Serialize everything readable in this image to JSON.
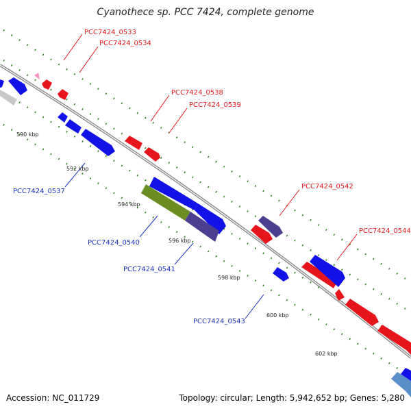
{
  "header": {
    "title": "Cyanothece sp. PCC 7424, complete genome"
  },
  "footer": {
    "accession": "Accession: NC_011729",
    "topology": "Topology: circular; Length: 5,942,652 bp; Genes: 5,280"
  },
  "ruler": {
    "ticks": [
      "590 kbp",
      "592 kbp",
      "594 kbp",
      "596 kbp",
      "598 kbp",
      "600 kbp",
      "602 kbp"
    ]
  },
  "labels": {
    "g0533": "PCC7424_0533",
    "g0534": "PCC7424_0534",
    "g0537": "PCC7424_0537",
    "g0538": "PCC7424_0538",
    "g0539": "PCC7424_0539",
    "g0540": "PCC7424_0540",
    "g0541": "PCC7424_0541",
    "g0542": "PCC7424_0542",
    "g0543": "PCC7424_0543",
    "g0544": "PCC7424_0544"
  },
  "colors": {
    "forward": "#e8141c",
    "reverse": "#1212e8",
    "dark_purple": "#4b3f91",
    "olive": "#6b8e23",
    "grey": "#c8c8c8",
    "backbone": "#8a8a8a",
    "dots": "#2e7d1e"
  }
}
